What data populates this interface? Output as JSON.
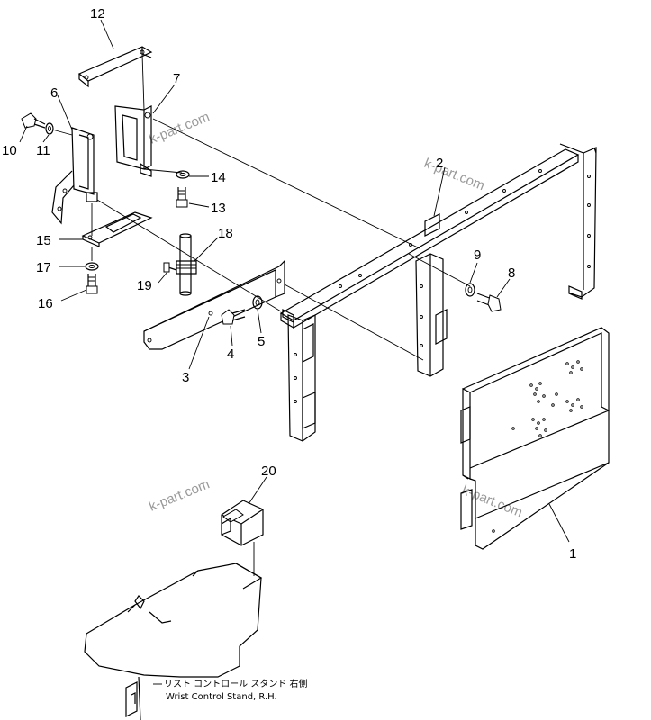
{
  "watermark": "k-part.com",
  "caption": {
    "japanese": "リスト コントロール スタンド 右側",
    "english": "Wrist Control Stand, R.H."
  },
  "parts": [
    {
      "id": "label-1",
      "text": "1"
    },
    {
      "id": "label-2",
      "text": "2"
    },
    {
      "id": "label-3",
      "text": "3"
    },
    {
      "id": "label-4",
      "text": "4"
    },
    {
      "id": "label-5",
      "text": "5"
    },
    {
      "id": "label-6",
      "text": "6"
    },
    {
      "id": "label-7",
      "text": "7"
    },
    {
      "id": "label-8",
      "text": "8"
    },
    {
      "id": "label-9",
      "text": "9"
    },
    {
      "id": "label-10",
      "text": "10"
    },
    {
      "id": "label-11",
      "text": "11"
    },
    {
      "id": "label-12",
      "text": "12"
    },
    {
      "id": "label-13",
      "text": "13"
    },
    {
      "id": "label-14",
      "text": "14"
    },
    {
      "id": "label-15",
      "text": "15"
    },
    {
      "id": "label-16",
      "text": "16"
    },
    {
      "id": "label-17",
      "text": "17"
    },
    {
      "id": "label-18",
      "text": "18"
    },
    {
      "id": "label-19",
      "text": "19"
    },
    {
      "id": "label-20",
      "text": "20"
    }
  ]
}
